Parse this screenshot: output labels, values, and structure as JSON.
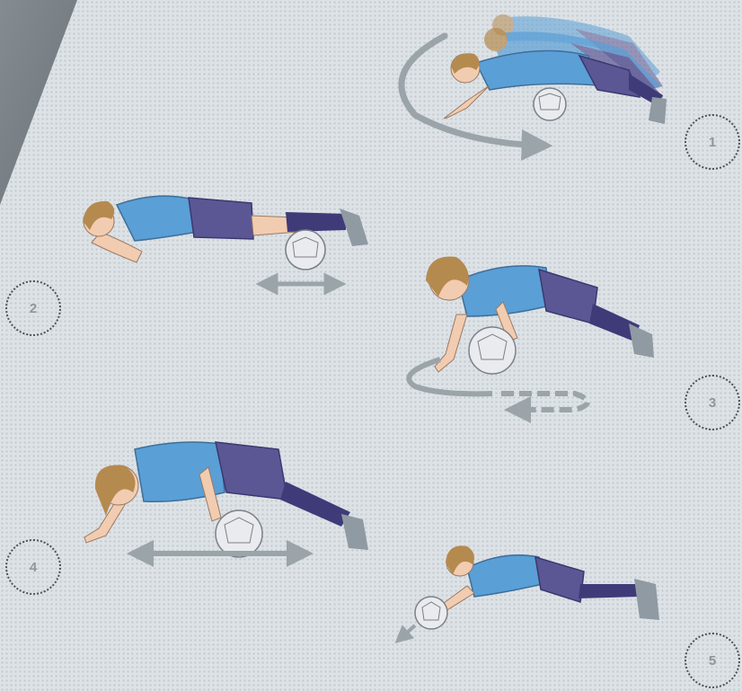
{
  "colors": {
    "background": "#dde2e6",
    "jersey": "#5a9fd6",
    "shorts": "#5b5795",
    "socks": "#3f3b79",
    "skin": "#f2ccb0",
    "hair": "#b58a4e",
    "ball": "#e9ebef",
    "arrow": "#9aa4a9",
    "band": "#767d82"
  },
  "steps": [
    {
      "number": "1",
      "icon": "player-ball-circle-icon"
    },
    {
      "number": "2",
      "icon": "player-plank-ball-roll-icon"
    },
    {
      "number": "3",
      "icon": "player-ball-side-roll-icon"
    },
    {
      "number": "4",
      "icon": "player-ball-forward-roll-icon"
    },
    {
      "number": "5",
      "icon": "player-ball-diagonal-roll-icon"
    }
  ]
}
